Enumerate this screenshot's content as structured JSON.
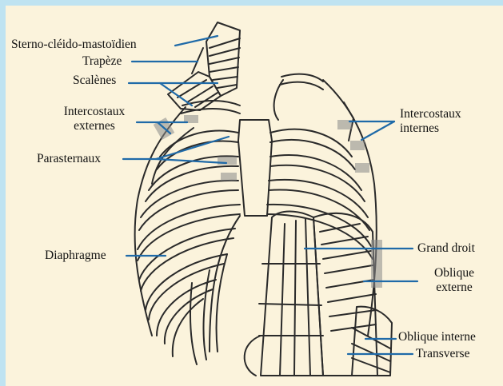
{
  "colors": {
    "background": "#fbf3dc",
    "frame": "#bfe3f1",
    "leader": "#1f6aa8",
    "ink": "#2a2a2a",
    "muscle_shade": "#8a8a8a"
  },
  "labels": {
    "sterno": "Sterno-cléido-mastoïdien",
    "trapeze": "Trapèze",
    "scalenes": "Scalènes",
    "intercostaux_externes_1": "Intercostaux",
    "intercostaux_externes_2": "externes",
    "parasternaux": "Parasternaux",
    "diaphragme": "Diaphragme",
    "intercostaux_internes_1": "Intercostaux",
    "intercostaux_internes_2": "internes",
    "grand_droit": "Grand droit",
    "oblique_externe_1": "Oblique",
    "oblique_externe_2": "externe",
    "oblique_interne": "Oblique interne",
    "transverse": "Transverse"
  }
}
